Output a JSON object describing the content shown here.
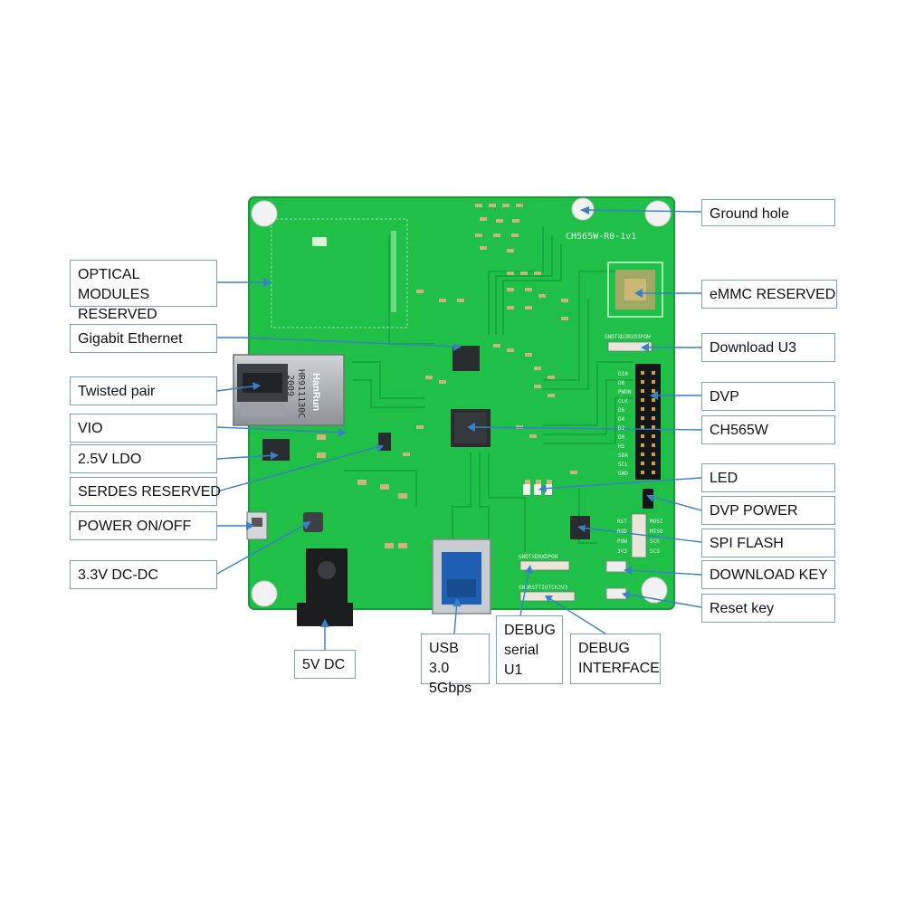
{
  "board": {
    "name": "CH565W-R0-1v1",
    "jack_brand": "HanRun",
    "jack_model": "HR911130C",
    "jack_year": "2009",
    "board_color": "#20c24a",
    "pin_row_j6": "GNDTXD3RXD3POW",
    "debug_serial_pins": "GNDTXDRXDPOW",
    "debug_interface_pins": "GNDRSTTIOTCK3V3",
    "dvp_pins": [
      "D10",
      "D8",
      "PWDN",
      "CLK",
      "D6",
      "D4",
      "D2",
      "D0",
      "HS",
      "SDA",
      "SCL",
      "GND"
    ],
    "spi_pins": [
      "RST",
      "RXD",
      "POW",
      "3V3"
    ],
    "spi_pins_r": [
      "MOSI",
      "MISO",
      "SCK",
      "SCS"
    ]
  },
  "labels": {
    "ground_hole": "Ground hole",
    "optical_modules": "OPTICAL MODULES RESERVED",
    "emmc": "eMMC RESERVED",
    "gigabit_ethernet": "Gigabit Ethernet",
    "download_u3": "Download U3",
    "twisted_pair": "Twisted pair",
    "dvp": "DVP",
    "vio": "VIO",
    "ch565w": "CH565W",
    "ldo": "2.5V LDO",
    "led": "LED",
    "serdes": "SERDES RESERVED",
    "dvp_power": "DVP POWER",
    "power_onoff": "POWER ON/OFF",
    "spi_flash": "SPI FLASH",
    "dcdc": "3.3V DC-DC",
    "download_key": "DOWNLOAD KEY",
    "reset_key": "Reset key",
    "dc5v": "5V DC",
    "usb3": "USB 3.0 5Gbps",
    "debug_serial": "DEBUG serial U1",
    "debug_interface": "DEBUG INTERFACE"
  }
}
